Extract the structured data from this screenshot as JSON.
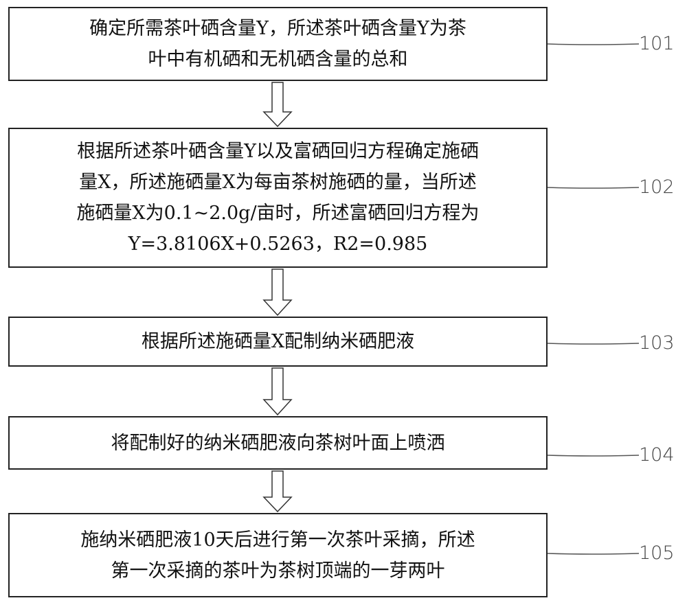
{
  "steps": [
    {
      "id": "101",
      "text": "确定所需茶叶硒含量Y，所述茶叶硒含量Y为茶\n叶中有机硒和无机硒含量的总和"
    },
    {
      "id": "102",
      "text": "根据所述茶叶硒含量Y以及富硒回归方程确定施硒\n量X，所述施硒量X为每亩茶树施硒的量，当所述\n施硒量X为0.1~2.0g/亩时，所述富硒回归方程为\nY=3.8106X+0.5263，R2=0.985"
    },
    {
      "id": "103",
      "text": "根据所述施硒量X配制纳米硒肥液"
    },
    {
      "id": "104",
      "text": "将配制好的纳米硒肥液向茶树叶面上喷洒"
    },
    {
      "id": "105",
      "text": "施纳米硒肥液10天后进行第一次茶叶采摘，所述\n第一次采摘的茶叶为茶树顶端的一芽两叶"
    }
  ]
}
